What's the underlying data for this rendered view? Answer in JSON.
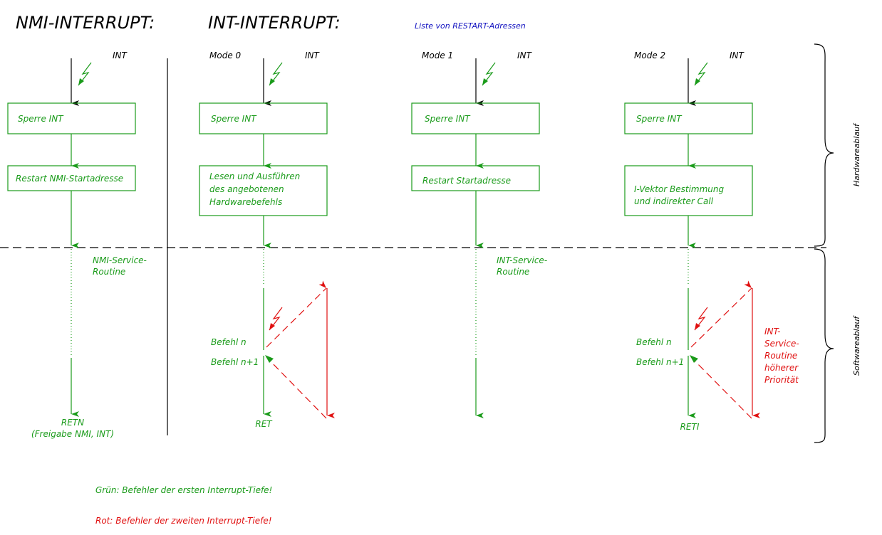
{
  "headings": {
    "nmi": "NMI-INTERRUPT:",
    "int": "INT-INTERRUPT:",
    "restart_list": "Liste von RESTART-Adressen"
  },
  "nmi": {
    "int_label": "INT",
    "box1": "Sperre INT",
    "box2": "Restart NMI-Startadresse",
    "service": [
      "NMI-Service-",
      "Routine"
    ],
    "end": [
      "RETN",
      "(Freigabe NMI, INT)"
    ]
  },
  "mode0": {
    "mode_label": "Mode 0",
    "int_label": "INT",
    "box1": "Sperre INT",
    "box2": [
      "Lesen und Ausführen",
      "des angebotenen",
      "Hardwarebefehls"
    ],
    "befehl_n": "Befehl n",
    "befehl_n1": "Befehl n+1",
    "end": "RET"
  },
  "mode1": {
    "mode_label": "Mode 1",
    "int_label": "INT",
    "box1": "Sperre INT",
    "box2": "Restart Startadresse",
    "service": [
      "INT-Service-",
      "Routine"
    ]
  },
  "mode2": {
    "mode_label": "Mode 2",
    "int_label": "INT",
    "box1": "Sperre INT",
    "box2": [
      "I-Vektor Bestimmung",
      "und indirekter Call"
    ],
    "befehl_n": "Befehl n",
    "befehl_n1": "Befehl n+1",
    "end": "RETI",
    "higher_priority": [
      "INT-",
      "Service-",
      "Routine",
      "höherer",
      "Priorität"
    ]
  },
  "side_labels": {
    "hardware": "Hardwareablauf",
    "software": "Softwareablauf"
  },
  "legend": {
    "green": "Grün: Befehler der ersten Interrupt-Tiefe!",
    "red": "Rot: Befehler der zweiten Interrupt-Tiefe!"
  },
  "colors": {
    "first_level": "#1a9b1a",
    "second_level": "#e01010",
    "hardware_signal": "#000000",
    "link": "#1010c0"
  }
}
